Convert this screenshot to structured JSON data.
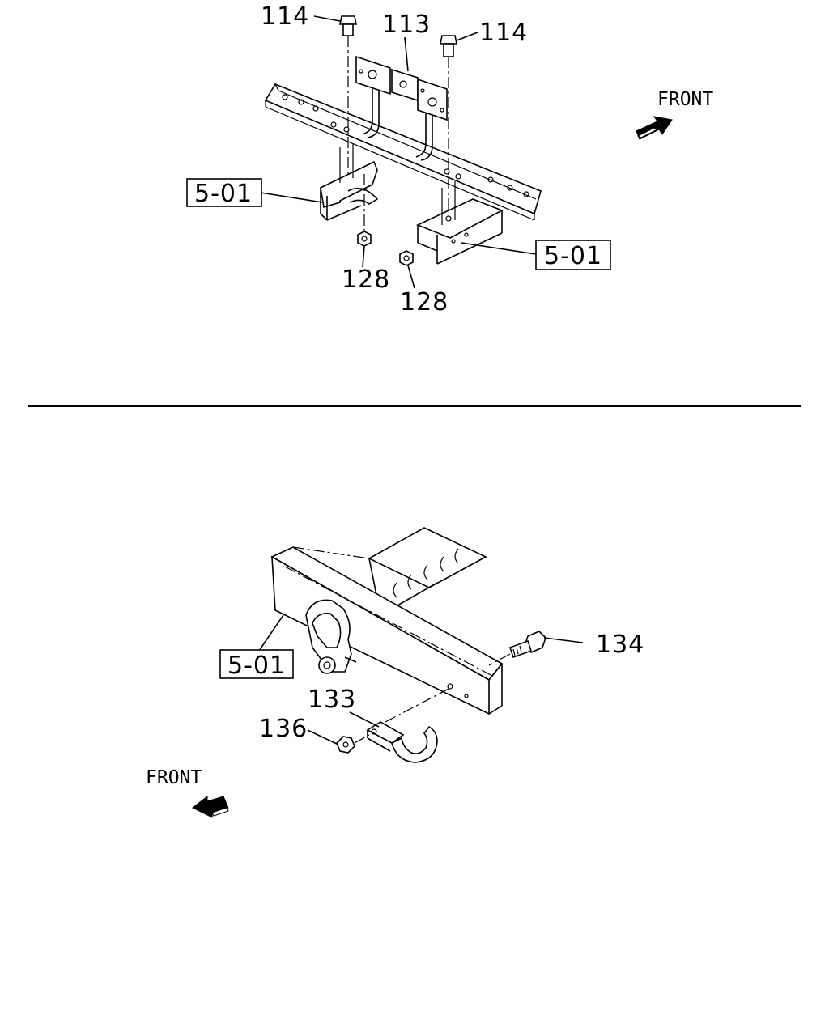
{
  "top_section": {
    "callouts": {
      "bolt_left": "114",
      "bracket": "113",
      "bolt_right": "114",
      "nut_left": "128",
      "nut_right": "128"
    },
    "frame_refs": {
      "left": "5-01",
      "right": "5-01"
    },
    "front_label": "FRONT"
  },
  "bottom_section": {
    "callouts": {
      "bolt": "134",
      "hook": "133",
      "nut": "136"
    },
    "frame_ref": "5-01",
    "front_label": "FRONT"
  }
}
